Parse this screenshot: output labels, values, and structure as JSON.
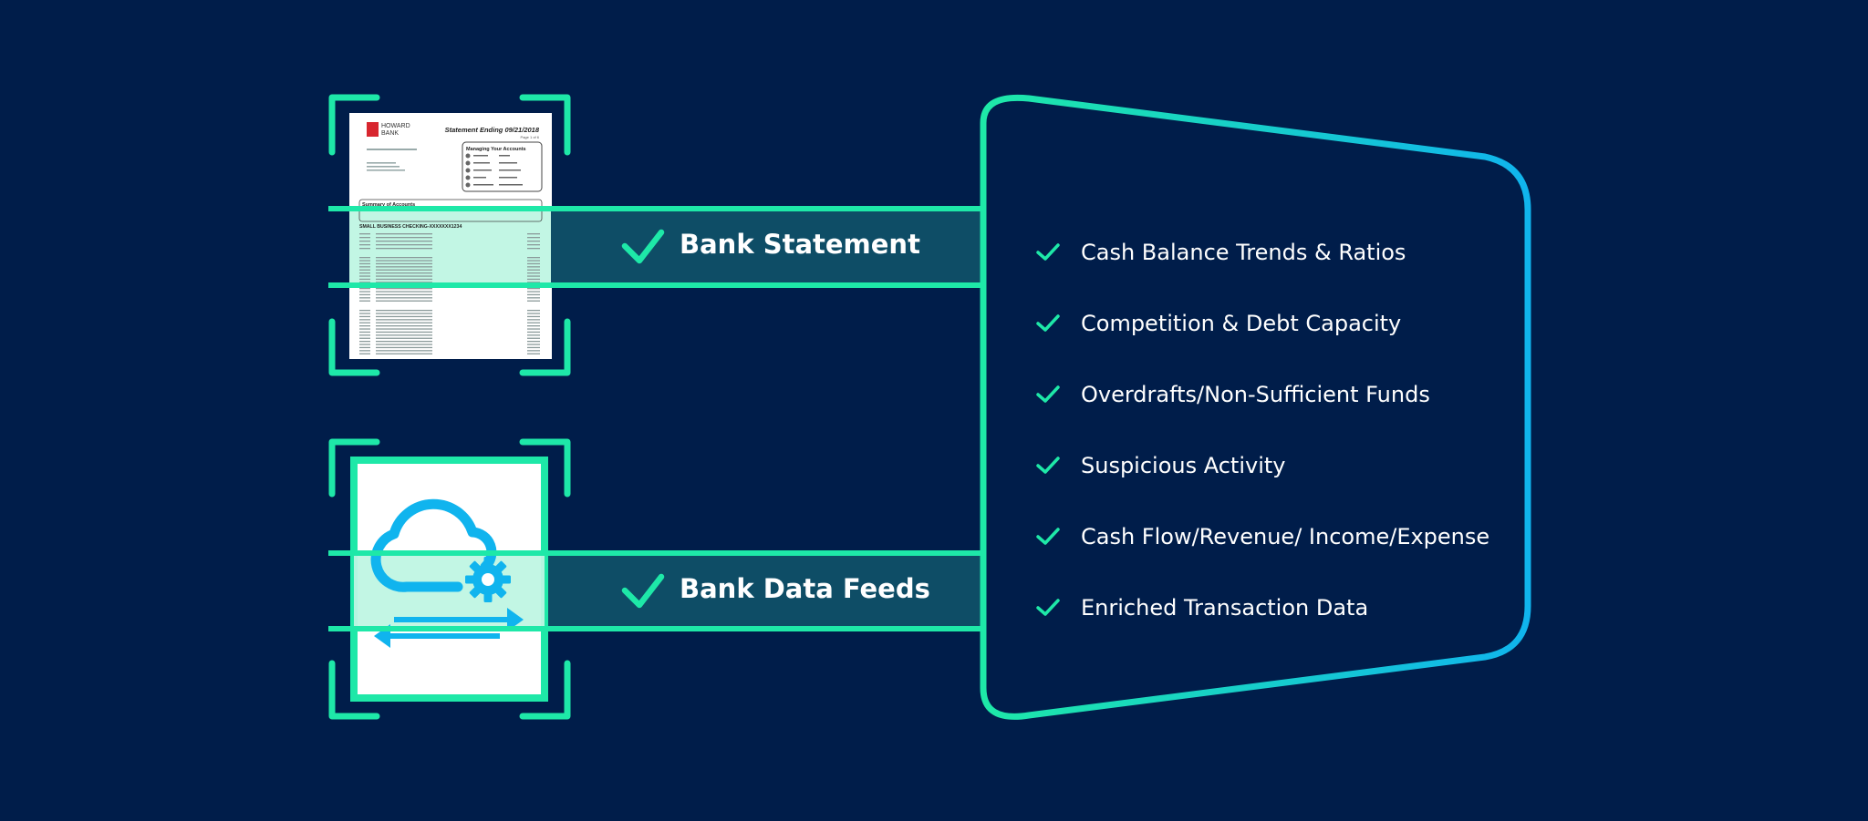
{
  "colors": {
    "background": "#001d4a",
    "accent_green": "#1ee8a8",
    "accent_blue": "#10b4ee",
    "band_fill": "#0e4d66"
  },
  "statement_doc": {
    "bank_name_line1": "HOWARD",
    "bank_name_line2": "BANK",
    "heading": "Statement Ending 09/21/2018",
    "page_label": "Page 1 of 6",
    "managing_title": "Managing Your Accounts",
    "summary_title": "Summary of Accounts",
    "checking_label": "SMALL BUSINESS CHECKING-XXXXXXX1234"
  },
  "data_feed_doc": {
    "icons": [
      "cloud-icon",
      "gear-icon",
      "two-way-arrows-icon"
    ]
  },
  "sources": [
    {
      "label": "Bank Statement",
      "icon": "checkmark-icon"
    },
    {
      "label": "Bank Data Feeds",
      "icon": "checkmark-icon"
    }
  ],
  "features": [
    "Cash Balance Trends & Ratios",
    "Competition & Debt Capacity",
    "Overdrafts/Non-Sufficient Funds",
    "Suspicious Activity",
    "Cash Flow/Revenue/ Income/Expense",
    "Enriched Transaction Data"
  ]
}
